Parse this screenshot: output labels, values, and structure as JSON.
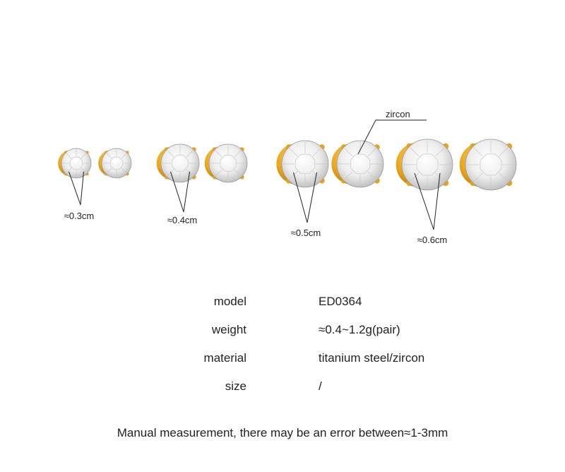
{
  "annotations": {
    "zircon_label": "zircon"
  },
  "sizes": [
    {
      "label": "≈0.3cm",
      "diameter_cm": 0.3
    },
    {
      "label": "≈0.4cm",
      "diameter_cm": 0.4
    },
    {
      "label": "≈0.5cm",
      "diameter_cm": 0.5
    },
    {
      "label": "≈0.6cm",
      "diameter_cm": 0.6
    }
  ],
  "specs": [
    {
      "key": "model",
      "value": "ED0364"
    },
    {
      "key": "weight",
      "value": "≈0.4~1.2g(pair)"
    },
    {
      "key": "material",
      "value": "titanium steel/zircon"
    },
    {
      "key": "size",
      "value": "/"
    }
  ],
  "footer_note": "Manual measurement, there may be an error between≈1-3mm",
  "colors": {
    "gold": "#e8a319",
    "gold_dark": "#b87a08",
    "zircon": "#eeeeee",
    "line": "#222222",
    "text": "#222222"
  }
}
